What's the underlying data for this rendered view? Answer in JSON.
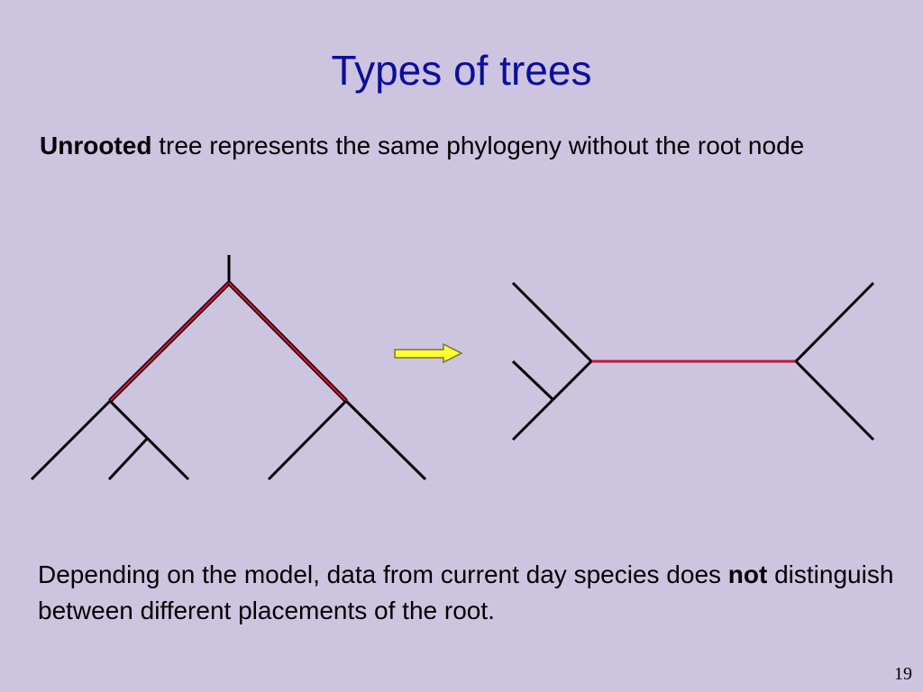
{
  "slide": {
    "title": "Types of trees",
    "intro_bold": "Unrooted",
    "intro_rest": " tree represents the same phylogeny without the root node",
    "conclusion_start": "Depending on the model, data from current day species does ",
    "conclusion_bold": "not",
    "conclusion_rest": " distinguish between different placements of the root.",
    "page_number": "19"
  },
  "colors": {
    "background": "#cdc5df",
    "title": "#0d0d9e",
    "highlight_edge": "#cc1133",
    "edge": "#000000",
    "arrow_fill": "#ffff33"
  },
  "icons": {
    "arrow": "right-arrow-icon"
  }
}
